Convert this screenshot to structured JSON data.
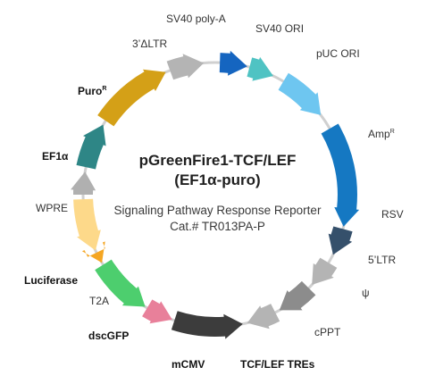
{
  "plasmid": {
    "name": "pGreenFire1-TCF/LEF",
    "variant": "(EF1α-puro)",
    "description": "Signaling Pathway Response Reporter",
    "catalog": "Cat.# TR013PA-P"
  },
  "features": [
    {
      "key": "sv40_polya",
      "label": "SV40 poly-A",
      "color": "#1565c0"
    },
    {
      "key": "sv40_ori",
      "label": "SV40 ORI",
      "color": "#4fc3c3"
    },
    {
      "key": "puc_ori",
      "label": "pUC ORI",
      "color": "#6ec6f0"
    },
    {
      "key": "ampr",
      "label": "Amp",
      "sup": "R",
      "color": "#1578c2"
    },
    {
      "key": "rsv",
      "label": "RSV",
      "color": "#35506b"
    },
    {
      "key": "ltr5",
      "label": "5’LTR",
      "color": "#b4b4b4"
    },
    {
      "key": "psi",
      "label": "ψ",
      "color": "#8c8c8c"
    },
    {
      "key": "cppt",
      "label": "cPPT",
      "color": "#b4b4b4"
    },
    {
      "key": "tres",
      "label": "TCF/LEF TREs",
      "color": "#3c3c3c"
    },
    {
      "key": "mcmv",
      "label": "mCMV",
      "color": "#e8809a"
    },
    {
      "key": "dscgfp",
      "label": "dscGFP",
      "color": "#4dce6e"
    },
    {
      "key": "t2a",
      "label": "T2A",
      "color": "#f5a623"
    },
    {
      "key": "luciferase",
      "label": "Luciferase",
      "color": "#fdd98a"
    },
    {
      "key": "wpre",
      "label": "WPRE",
      "color": "#b0b0b0"
    },
    {
      "key": "ef1a",
      "label": "EF1α",
      "color": "#2e8686"
    },
    {
      "key": "puror",
      "label": "Puro",
      "sup": "R",
      "color": "#d4a017"
    },
    {
      "key": "ltr3",
      "label": "3’ΔLTR",
      "color": "#b4b4b4"
    }
  ],
  "colors": {
    "backbone": "#d0d0d0",
    "title": "#1f1f1f"
  }
}
